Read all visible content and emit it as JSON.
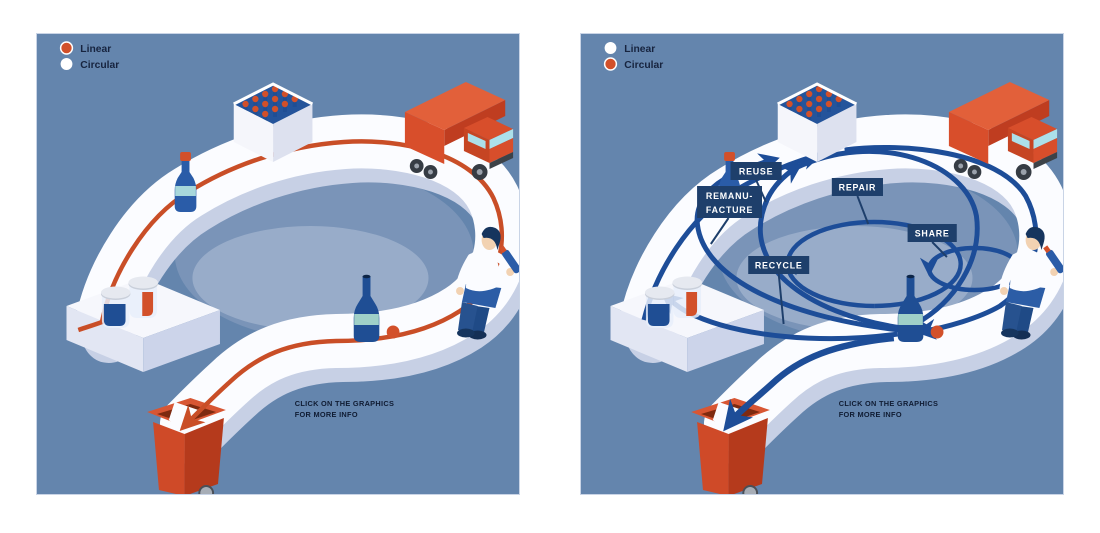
{
  "legend": {
    "linear": "Linear",
    "circular": "Circular"
  },
  "panels": {
    "linear": {
      "selected_mode": "Linear"
    },
    "circular": {
      "selected_mode": "Circular"
    }
  },
  "flow_labels": {
    "reuse": "REUSE",
    "remanufacture_line1": "REMANU-",
    "remanufacture_line2": "FACTURE",
    "repair": "REPAIR",
    "share": "SHARE",
    "recycle": "RECYCLE"
  },
  "note": {
    "line1": "CLICK ON THE GRAPHICS",
    "line2": "FOR MORE INFO"
  },
  "colors": {
    "panel_background": "#6485ad",
    "track": "#fbfcff",
    "track_shadow": "#c7d0e5",
    "linear_flow": "#c94e27",
    "circular_flow": "#1d4d98",
    "label_background": "#1e3f6b",
    "accent_red": "#d2502a",
    "bottle_blue": "#2a5ca8",
    "dark_navy": "#16355e"
  }
}
